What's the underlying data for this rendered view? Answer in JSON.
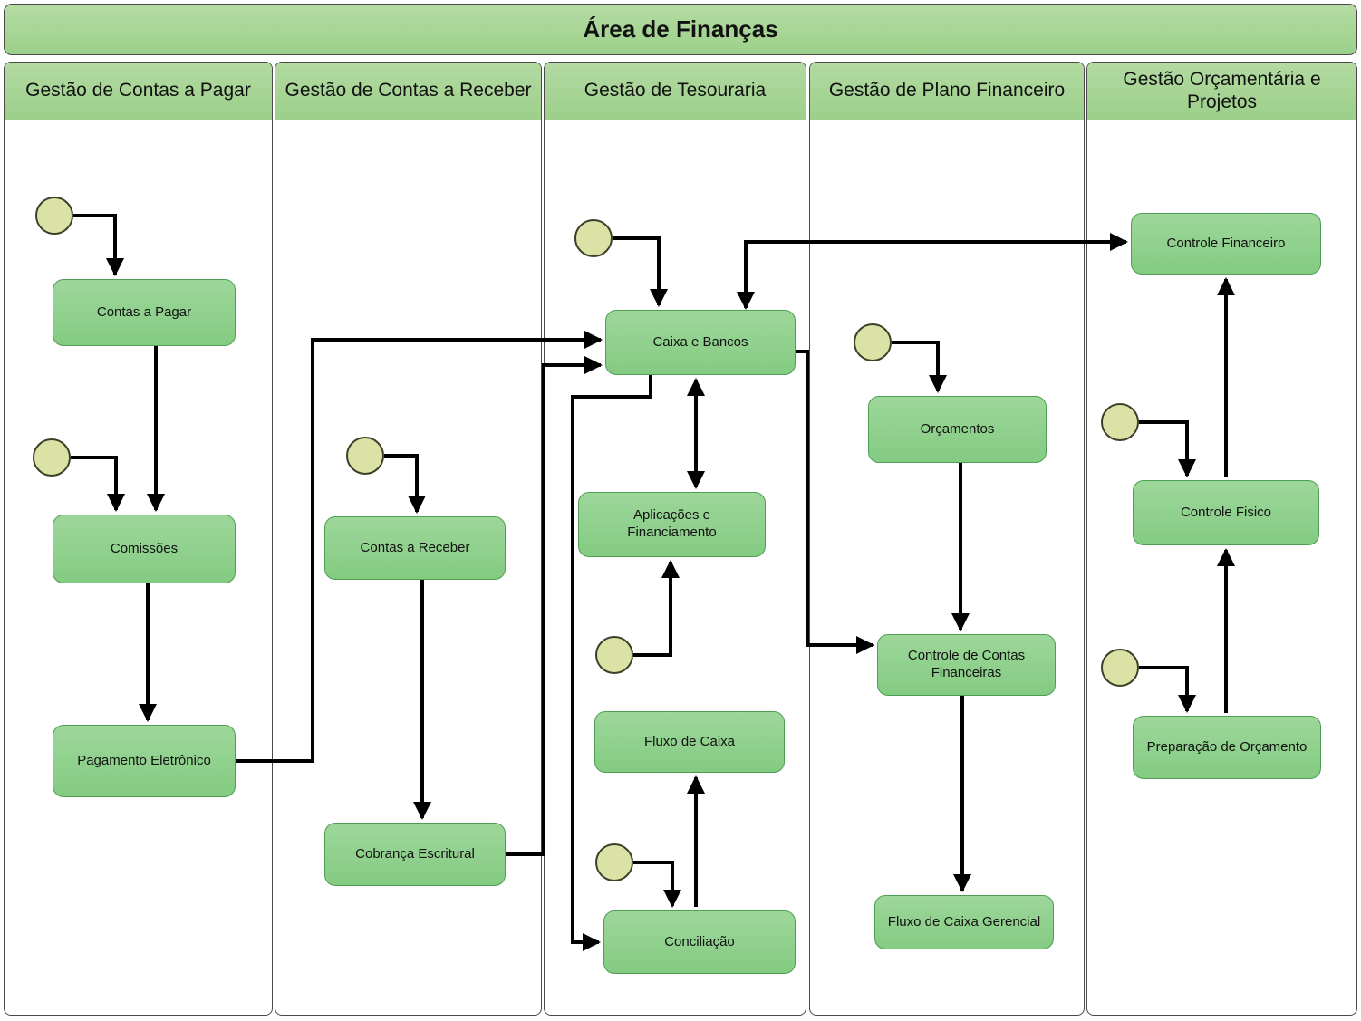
{
  "title": "Área de Finanças",
  "lanes": [
    {
      "label": "Gestão de Contas a Pagar"
    },
    {
      "label": "Gestão de Contas a Receber"
    },
    {
      "label": "Gestão de Tesouraria"
    },
    {
      "label": "Gestão de Plano Financeiro"
    },
    {
      "label": "Gestão Orçamentária e Projetos"
    }
  ],
  "nodes": {
    "contas_a_pagar": {
      "label": "Contas a Pagar",
      "lane": "Gestão de Contas a Pagar"
    },
    "comissoes": {
      "label": "Comissões",
      "lane": "Gestão de Contas a Pagar"
    },
    "pagamento_eletronico": {
      "label": "Pagamento Eletrônico",
      "lane": "Gestão de Contas a Pagar"
    },
    "contas_a_receber": {
      "label": "Contas a Receber",
      "lane": "Gestão de Contas a Receber"
    },
    "cobranca_escritural": {
      "label": "Cobrança Escritural",
      "lane": "Gestão de Contas a Receber"
    },
    "caixa_e_bancos": {
      "label": "Caixa e Bancos",
      "lane": "Gestão de Tesouraria"
    },
    "aplicacoes_e_financiamento": {
      "label": "Aplicações e Financiamento",
      "lane": "Gestão de Tesouraria"
    },
    "fluxo_de_caixa": {
      "label": "Fluxo de Caixa",
      "lane": "Gestão de Tesouraria"
    },
    "conciliacao": {
      "label": "Conciliação",
      "lane": "Gestão de Tesouraria"
    },
    "orcamentos": {
      "label": "Orçamentos",
      "lane": "Gestão de Plano Financeiro"
    },
    "controle_de_contas_financeiras": {
      "label": "Controle de Contas Financeiras",
      "lane": "Gestão de Plano Financeiro"
    },
    "fluxo_de_caixa_gerencial": {
      "label": "Fluxo de Caixa Gerencial",
      "lane": "Gestão de Plano Financeiro"
    },
    "controle_financeiro": {
      "label": "Controle Financeiro",
      "lane": "Gestão Orçamentária e Projetos"
    },
    "controle_fisico": {
      "label": "Controle Fisico",
      "lane": "Gestão Orçamentária e Projetos"
    },
    "preparacao_de_orcamento": {
      "label": "Preparação de Orçamento",
      "lane": "Gestão Orçamentária e Projetos"
    }
  },
  "edges": [
    {
      "from": "start-1",
      "to": "Contas a Pagar",
      "type": "arrow"
    },
    {
      "from": "Contas a Pagar",
      "to": "Comissões",
      "type": "arrow"
    },
    {
      "from": "start-2",
      "to": "Comissões",
      "type": "arrow"
    },
    {
      "from": "Comissões",
      "to": "Pagamento Eletrônico",
      "type": "arrow"
    },
    {
      "from": "Pagamento Eletrônico",
      "to": "Caixa e Bancos",
      "type": "arrow"
    },
    {
      "from": "start-3",
      "to": "Contas a Receber",
      "type": "arrow"
    },
    {
      "from": "Contas a Receber",
      "to": "Cobrança Escritural",
      "type": "arrow"
    },
    {
      "from": "Cobrança Escritural",
      "to": "Caixa e Bancos",
      "type": "arrow"
    },
    {
      "from": "start-4",
      "to": "Caixa e Bancos",
      "type": "arrow"
    },
    {
      "from": "Caixa e Bancos",
      "to": "Controle Financeiro",
      "type": "double-arrow"
    },
    {
      "from": "Caixa e Bancos",
      "to": "Aplicações e Financiamento",
      "type": "double-arrow"
    },
    {
      "from": "start-5",
      "to": "Aplicações e Financiamento",
      "type": "arrow"
    },
    {
      "from": "Caixa e Bancos",
      "to": "Conciliação",
      "type": "arrow"
    },
    {
      "from": "start-6",
      "to": "Conciliação",
      "type": "arrow"
    },
    {
      "from": "Conciliação",
      "to": "Fluxo de Caixa",
      "type": "arrow"
    },
    {
      "from": "Caixa e Bancos",
      "to": "Controle de Contas Financeiras",
      "type": "arrow"
    },
    {
      "from": "start-7",
      "to": "Orçamentos",
      "type": "arrow"
    },
    {
      "from": "Orçamentos",
      "to": "Controle de Contas Financeiras",
      "type": "arrow"
    },
    {
      "from": "Controle de Contas Financeiras",
      "to": "Fluxo de Caixa Gerencial",
      "type": "arrow"
    },
    {
      "from": "start-8",
      "to": "Controle Fisico",
      "type": "arrow"
    },
    {
      "from": "Controle Fisico",
      "to": "Controle Financeiro",
      "type": "arrow"
    },
    {
      "from": "start-9",
      "to": "Preparação de Orçamento",
      "type": "arrow"
    },
    {
      "from": "Preparação de Orçamento",
      "to": "Controle Fisico",
      "type": "arrow"
    }
  ],
  "colors": {
    "lane_header": "#a7d497",
    "node_fill": "#8fd18d",
    "node_border": "#4e9e53",
    "start_node_fill": "#dbe2a6",
    "connector": "#000000",
    "background": "#ffffff"
  }
}
